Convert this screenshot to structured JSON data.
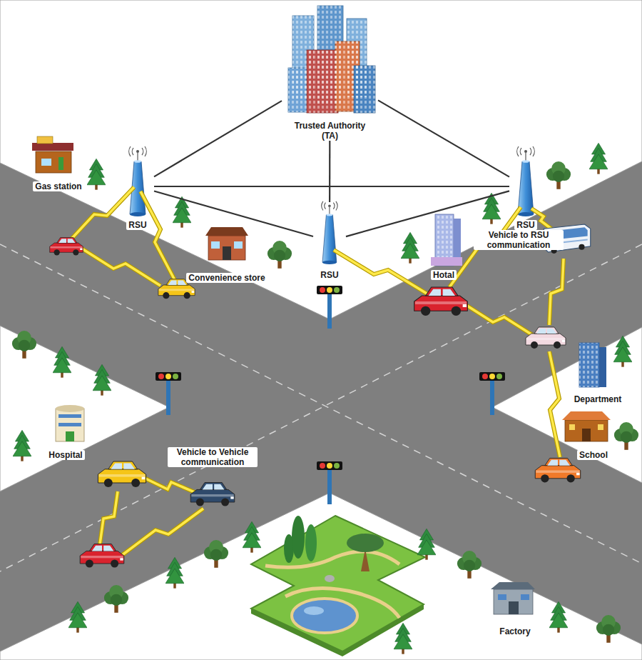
{
  "diagram": {
    "nodes": [
      {
        "text": [
          "Trusted Authority (TA)"
        ]
      },
      {
        "text": [
          "RSU"
        ]
      },
      {
        "text": [
          "RSU"
        ]
      },
      {
        "text": [
          "RSU"
        ]
      }
    ],
    "edges": [
      {
        "from": 0,
        "to": 1,
        "arrow": "none"
      },
      {
        "from": 0,
        "to": 3,
        "arrow": "none"
      },
      {
        "from": 0,
        "to": 2,
        "arrow": "none"
      },
      {
        "from": 1,
        "to": 3,
        "arrow": "none"
      },
      {
        "from": 3,
        "to": 2,
        "arrow": "none"
      },
      {
        "from": 1,
        "to": 2,
        "arrow": "none"
      }
    ],
    "labels": [
      "Gas station",
      "Vehicle to RSU communication",
      "Convenience store",
      "Hotal",
      "Department",
      "School",
      "Hospital",
      "Vehicle to Vehicle communication",
      "Factory"
    ]
  }
}
